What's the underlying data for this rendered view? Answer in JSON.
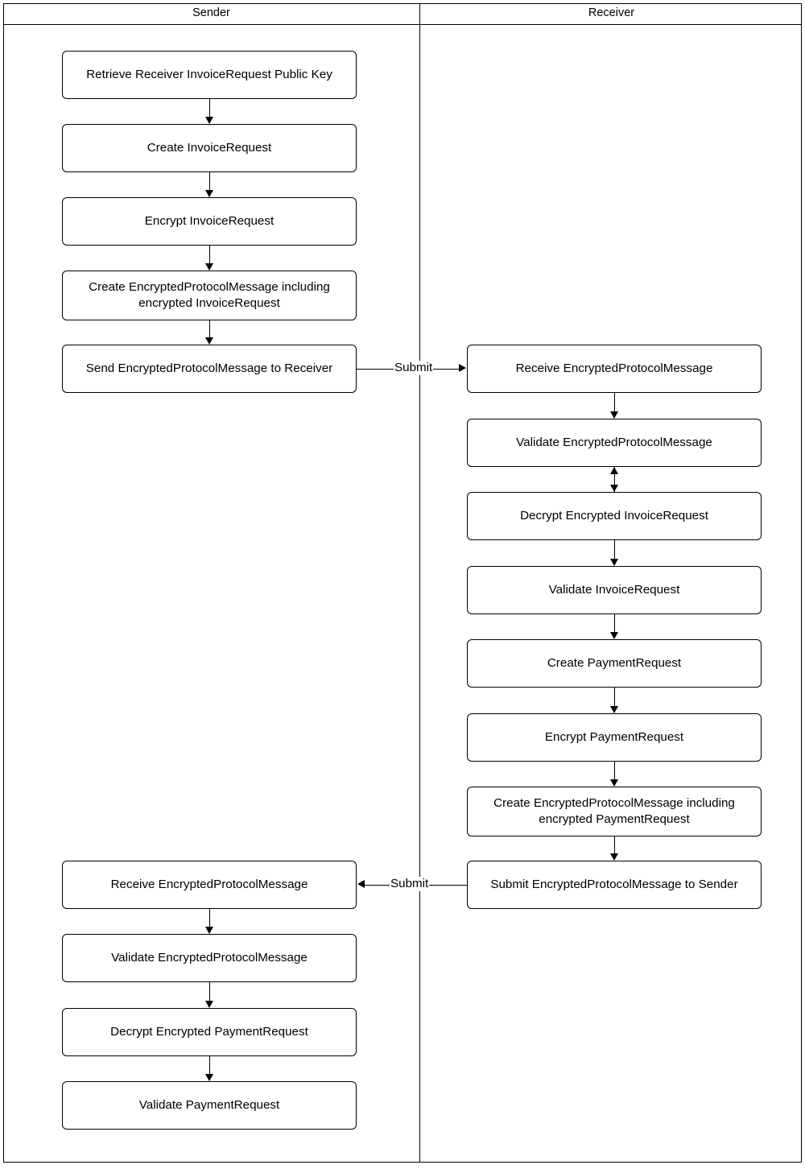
{
  "diagram": {
    "type": "swimlane-flowchart",
    "title": "",
    "lanes": [
      {
        "id": "sender",
        "label": "Sender"
      },
      {
        "id": "receiver",
        "label": "Receiver"
      }
    ],
    "sender_nodes": [
      {
        "id": "s1",
        "label": "Retrieve Receiver InvoiceRequest Public Key"
      },
      {
        "id": "s2",
        "label": "Create InvoiceRequest"
      },
      {
        "id": "s3",
        "label": "Encrypt InvoiceRequest"
      },
      {
        "id": "s4",
        "label": "Create EncryptedProtocolMessage including\nencrypted InvoiceRequest"
      },
      {
        "id": "s5",
        "label": "Send EncryptedProtocolMessage to Receiver"
      },
      {
        "id": "s6",
        "label": "Receive EncryptedProtocolMessage"
      },
      {
        "id": "s7",
        "label": "Validate EncryptedProtocolMessage"
      },
      {
        "id": "s8",
        "label": "Decrypt Encrypted PaymentRequest"
      },
      {
        "id": "s9",
        "label": "Validate PaymentRequest"
      }
    ],
    "receiver_nodes": [
      {
        "id": "r1",
        "label": "Receive EncryptedProtocolMessage"
      },
      {
        "id": "r2",
        "label": "Validate EncryptedProtocolMessage"
      },
      {
        "id": "r3",
        "label": "Decrypt Encrypted InvoiceRequest"
      },
      {
        "id": "r4",
        "label": "Validate InvoiceRequest"
      },
      {
        "id": "r5",
        "label": "Create PaymentRequest"
      },
      {
        "id": "r6",
        "label": "Encrypt PaymentRequest"
      },
      {
        "id": "r7",
        "label": "Create EncryptedProtocolMessage including\nencrypted PaymentRequest"
      },
      {
        "id": "r8",
        "label": "Submit EncryptedProtocolMessage to Sender"
      }
    ],
    "cross_lane_edges": [
      {
        "id": "e-submit-1",
        "label": "Submit",
        "from": "s5",
        "to": "r1",
        "direction": "right"
      },
      {
        "id": "e-submit-2",
        "label": "Submit",
        "from": "r8",
        "to": "s6",
        "direction": "left"
      }
    ],
    "colors": {
      "stroke": "#000000",
      "fill": "#ffffff",
      "text": "#000000"
    }
  }
}
